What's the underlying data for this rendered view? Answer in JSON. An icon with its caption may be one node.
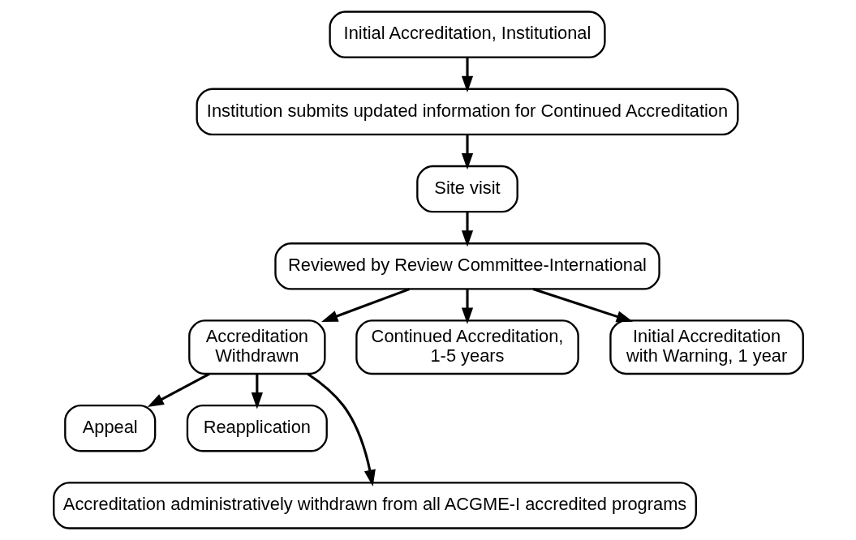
{
  "diagram": {
    "nodes": [
      {
        "text": [
          "Initial Accreditation, Institutional"
        ]
      },
      {
        "text": [
          "Institution submits updated information for Continued Accreditation"
        ]
      },
      {
        "text": [
          "Site visit"
        ]
      },
      {
        "text": [
          "Reviewed by Review Committee-International"
        ]
      },
      {
        "text": [
          "Accreditation Withdrawn"
        ]
      },
      {
        "text": [
          "Continued Accreditation, 1-5 years"
        ]
      },
      {
        "text": [
          "Initial Accreditation with Warning, 1 year"
        ]
      },
      {
        "text": [
          "Appeal"
        ]
      },
      {
        "text": [
          "Reapplication"
        ]
      },
      {
        "text": [
          "Accreditation administratively withdrawn from all ACGME-I accredited programs"
        ]
      }
    ],
    "edges": [
      {
        "from": 0,
        "to": 1,
        "arrow": "to"
      },
      {
        "from": 1,
        "to": 2,
        "arrow": "to"
      },
      {
        "from": 2,
        "to": 3,
        "arrow": "to"
      },
      {
        "from": 3,
        "to": 4,
        "arrow": "to"
      },
      {
        "from": 3,
        "to": 5,
        "arrow": "to"
      },
      {
        "from": 3,
        "to": 6,
        "arrow": "to"
      },
      {
        "from": 4,
        "to": 7,
        "arrow": "to"
      },
      {
        "from": 4,
        "to": 8,
        "arrow": "to"
      },
      {
        "from": 4,
        "to": 9,
        "arrow": "to"
      }
    ]
  }
}
